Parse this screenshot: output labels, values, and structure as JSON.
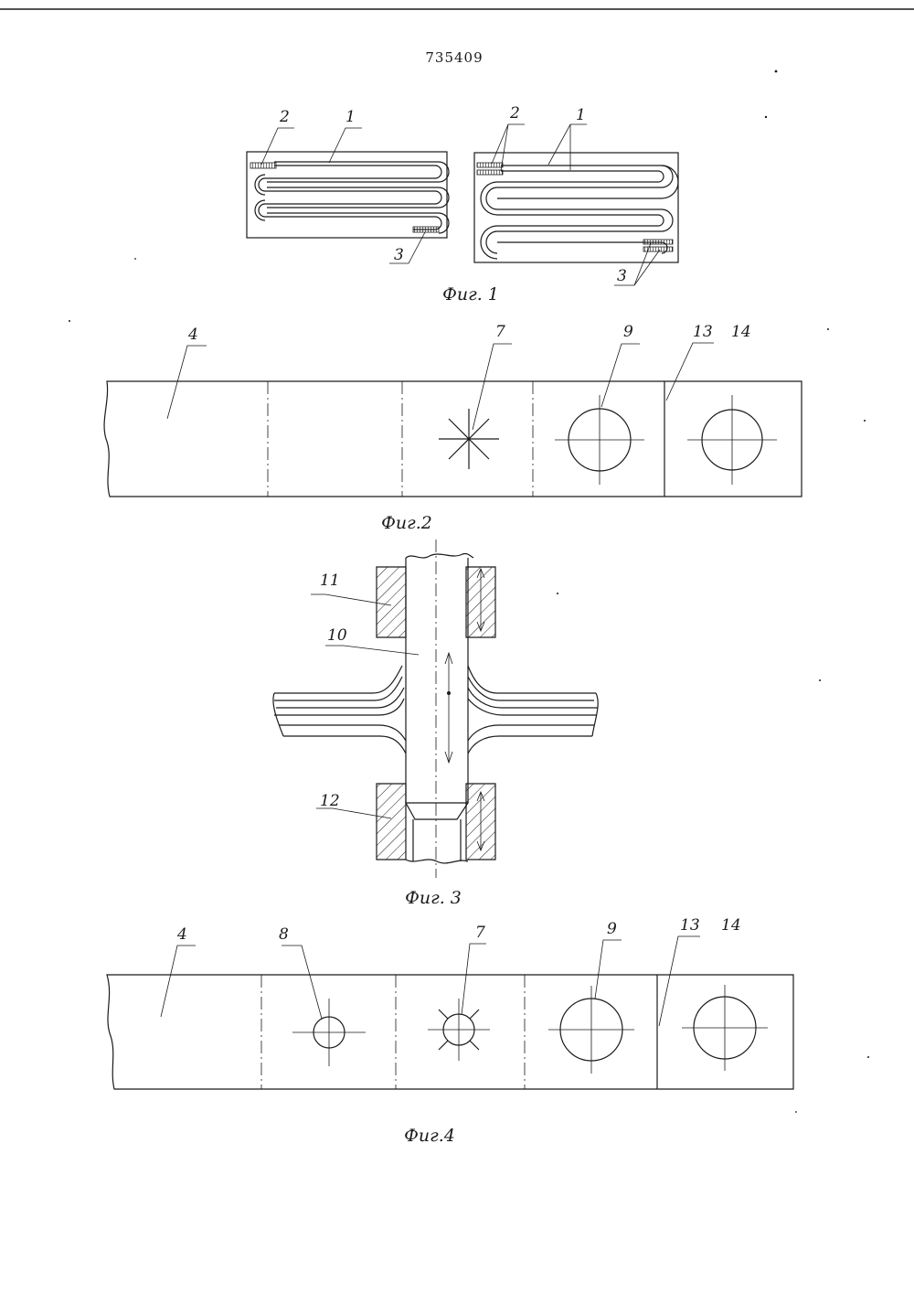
{
  "document": {
    "patent_number": "735409"
  },
  "figures": {
    "fig1": {
      "caption": "Фиг. 1",
      "left_panel": {
        "labels": {
          "wire": "1",
          "start_lead": "2",
          "end_lead": "3"
        }
      },
      "right_panel": {
        "labels": {
          "wire": "1",
          "start_lead": "2",
          "end_lead": "3"
        }
      }
    },
    "fig2": {
      "caption": "Фиг.2",
      "labels": {
        "strip": "4",
        "cross_cut": "7",
        "hole": "9",
        "cut_line": "13",
        "blank": "14"
      }
    },
    "fig3": {
      "caption": "Фиг. 3",
      "labels": {
        "upper_die": "11",
        "punch": "10",
        "lower_die": "12"
      }
    },
    "fig4": {
      "caption": "Фиг.4",
      "labels": {
        "strip": "4",
        "pilot_hole": "8",
        "slit_hole": "7",
        "hole": "9",
        "cut_line": "13",
        "blank": "14"
      }
    }
  }
}
